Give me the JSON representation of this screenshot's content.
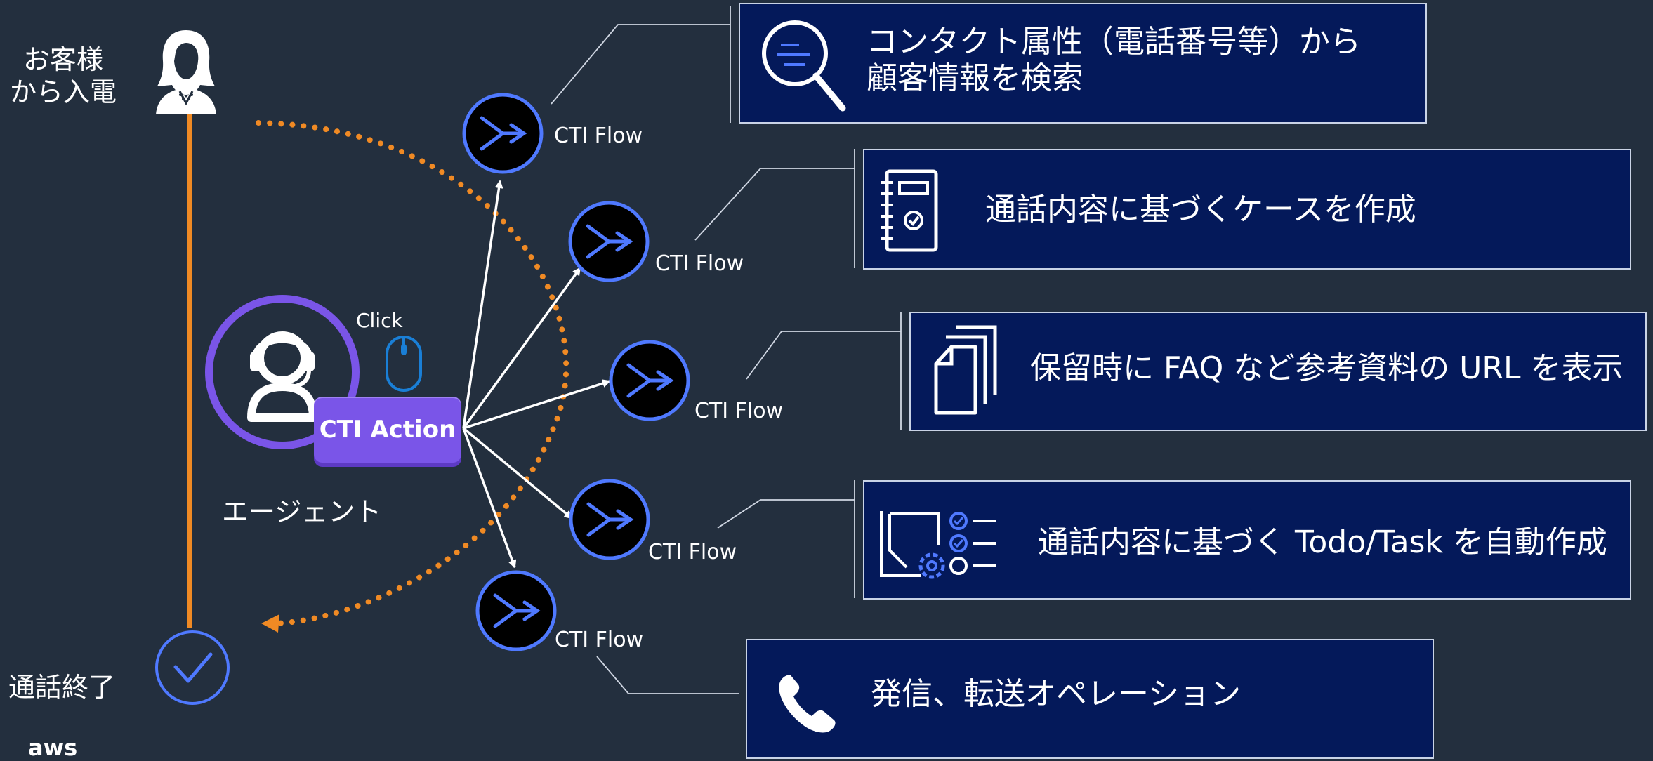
{
  "customer": {
    "label_line1": "お客様",
    "label_line2": "から入電",
    "icon": "female-customer-icon"
  },
  "end": {
    "label": "通話終了",
    "icon": "check-circle-icon"
  },
  "agent": {
    "label": "エージェント",
    "icon": "agent-headset-icon",
    "click_label": "Click",
    "action_button": "CTI Action"
  },
  "footer": {
    "logo_text": "aws"
  },
  "flows": [
    {
      "label": "CTI Flow"
    },
    {
      "label": "CTI Flow"
    },
    {
      "label": "CTI Flow"
    },
    {
      "label": "CTI Flow"
    },
    {
      "label": "CTI Flow"
    }
  ],
  "cards": [
    {
      "icon": "search-icon",
      "line1": "コンタクト属性（電話番号等）から",
      "line2": "顧客情報を検索"
    },
    {
      "icon": "notebook-check-icon",
      "line1": "通話内容に基づくケースを作成"
    },
    {
      "icon": "documents-icon",
      "line1": "保留時に FAQ など参考資料の URL を表示"
    },
    {
      "icon": "task-checklist-icon",
      "line1": "通話内容に基づく Todo/Task を自動作成"
    },
    {
      "icon": "phone-icon",
      "line1": "発信、転送オペレーション"
    }
  ],
  "colors": {
    "background": "#232f3e",
    "card": "#04195a",
    "accent_orange": "#f08a24",
    "flow_blue": "#4f79ff",
    "agent_purple": "#7a55e8"
  }
}
